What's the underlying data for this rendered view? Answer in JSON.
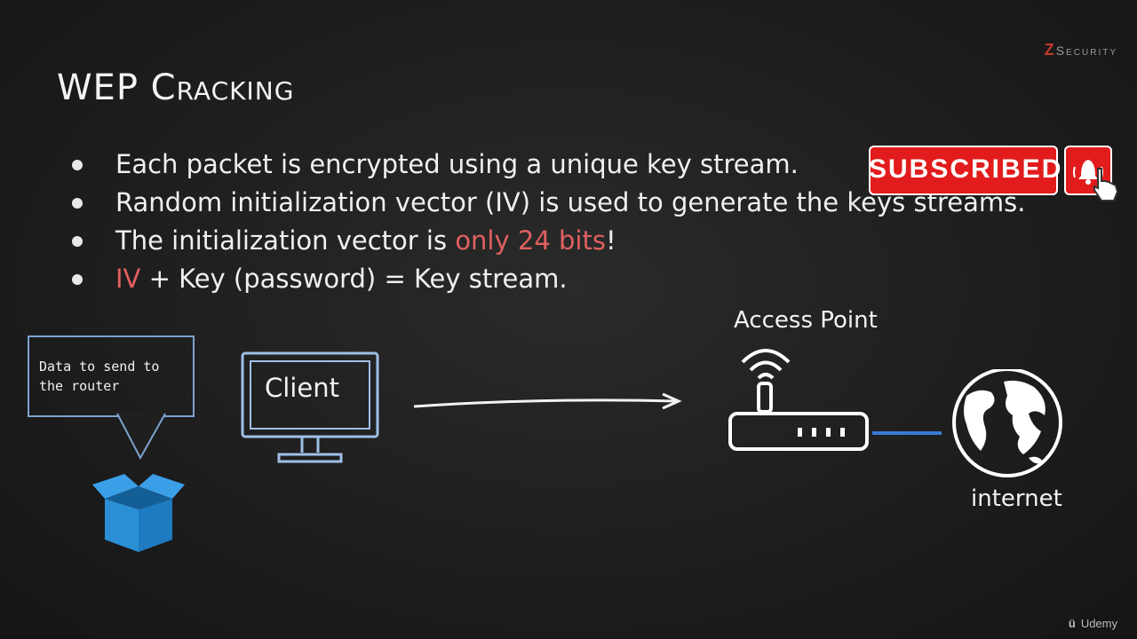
{
  "slide": {
    "title": "WEP Cracking",
    "brand": {
      "z": "Z",
      "name": "Security"
    },
    "bullets": [
      {
        "pre": "Each packet is encrypted using a unique key stream.",
        "hl": "",
        "post": ""
      },
      {
        "pre": "Random initialization vector (IV) is used to generate the keys streams.",
        "hl": "",
        "post": ""
      },
      {
        "pre": "The initialization vector is ",
        "hl": "only 24 bits",
        "post": "!"
      },
      {
        "pre": "",
        "hl": "IV",
        "post": " + Key (password) = Key stream."
      }
    ]
  },
  "diagram": {
    "bubble_text": "Data to send to\nthe router",
    "client_label": "Client",
    "access_point_label": "Access Point",
    "internet_label": "internet"
  },
  "overlay": {
    "subscribe_label": "SUBSCRIBED",
    "icons": [
      "bell-icon",
      "hand-pointer-icon"
    ]
  },
  "footer": {
    "udemy_label": "Udemy"
  },
  "colors": {
    "background": "#1d1d1d",
    "highlight": "#e0605f",
    "diagram_blue": "#7da2d0",
    "box_blue": "#2b8fd6",
    "link_blue": "#3a7bd5",
    "subscribe_red": "#e21c1c"
  }
}
